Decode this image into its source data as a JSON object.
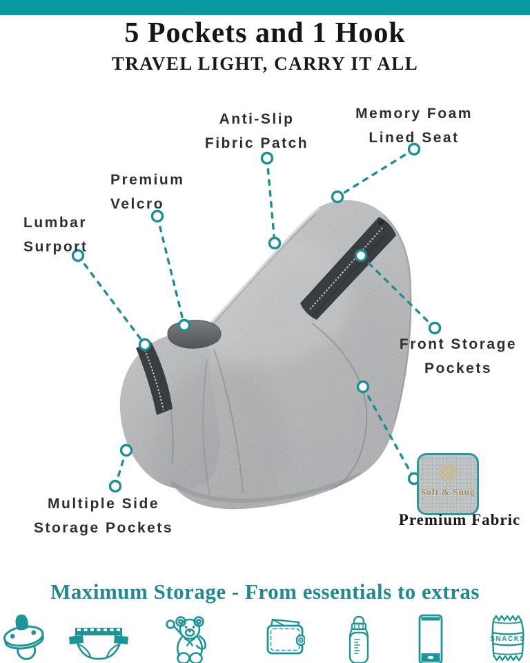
{
  "colors": {
    "accent_bar": "#0a99a0",
    "leader_teal": "#1a9096",
    "icon_teal": "#1c9599",
    "banner_teal": "#1f8b90",
    "label_dark": "#2e2e2e",
    "zipper_dark": "#3a3d40",
    "fabric_grey": "#b4b6b8",
    "swatch_gold": "#c9b888"
  },
  "header": {
    "title": "5 Pockets and 1 Hook",
    "subtitle": "TRAVEL LIGHT, CARRY IT ALL"
  },
  "callouts": {
    "anti_slip": {
      "line1": "Anti-Slip",
      "line2": "Fibric Patch"
    },
    "memory_foam": {
      "line1": "Memory Foam",
      "line2": "Lined Seat"
    },
    "premium_velcro": {
      "line1": "Premium",
      "line2": "Velcro"
    },
    "lumbar": {
      "line1": "Lumbar",
      "line2": "Surport"
    },
    "front_storage": {
      "line1": "Front Storage",
      "line2": "Pockets"
    },
    "multi_side": {
      "line1": "Multiple Side",
      "line2": "Storage Pockets"
    }
  },
  "swatch": {
    "tag": "Soft & Snug",
    "caption": "Premium Fabric"
  },
  "banner": "Maximum Storage - From essentials to extras",
  "icons": {
    "names": [
      "pacifier",
      "diaper",
      "teddy-bear",
      "wallet",
      "baby-bottle",
      "smartphone",
      "snacks-bag"
    ],
    "snacks_label": "SNACKS"
  }
}
